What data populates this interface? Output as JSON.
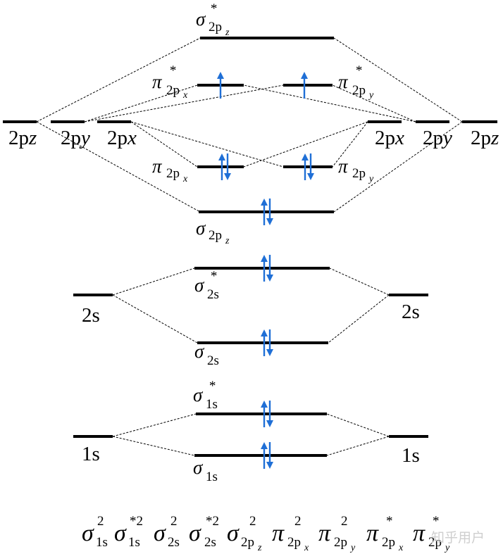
{
  "atomic_orbitals": {
    "two_p_z": "2p",
    "two_p_y": "2p",
    "two_p_x": "2p",
    "sub_z": "z",
    "sub_y": "y",
    "sub_x": "x",
    "two_s": "2s",
    "one_s": "1s"
  },
  "mo_labels": {
    "sigma": "σ",
    "pi": "π",
    "star": "*",
    "sub_2p": "2p",
    "sub_2s": "2s",
    "sub_1s": "1s",
    "axis_z": "z",
    "axis_x": "x",
    "axis_y": "y"
  },
  "configuration": {
    "sup_2": "2",
    "sup_star2": "*2",
    "sup_star": "*"
  },
  "electron_occupancy": {
    "sigma_star_2pz": 0,
    "pi_star_2px": 1,
    "pi_star_2py": 1,
    "pi_2px": 2,
    "pi_2py": 2,
    "sigma_2pz": 2,
    "sigma_star_2s": 2,
    "sigma_2s": 2,
    "sigma_star_1s": 2,
    "sigma_1s": 2
  },
  "colors": {
    "arrow": "#1f6fd6",
    "line": "#000000",
    "watermark": "#cfcfcf"
  },
  "watermark": "知乎用户"
}
